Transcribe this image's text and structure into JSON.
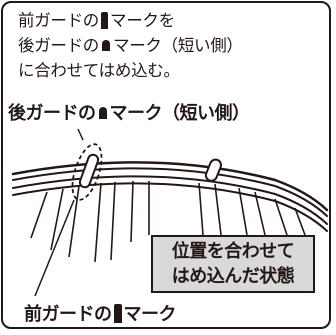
{
  "instructions": {
    "line1_a": "前ガードの",
    "line1_b": "マークを",
    "line2_a": "後ガードの",
    "line2_b": "マーク（短い側）",
    "line3": "に合わせてはめ込む。"
  },
  "rear_mark_label": {
    "prefix": "後ガードの",
    "suffix": "マーク（短い側）"
  },
  "callout": {
    "line1": "位置を合わせて",
    "line2": "はめ込んだ状態"
  },
  "front_mark_label": {
    "prefix": "前ガードの",
    "suffix": "マーク"
  },
  "icons": {
    "front_mark": "tall-bar-mark-icon",
    "rear_mark": "short-rounded-mark-icon"
  },
  "colors": {
    "ink": "#231815",
    "callout_bg": "#d9d9d9"
  }
}
